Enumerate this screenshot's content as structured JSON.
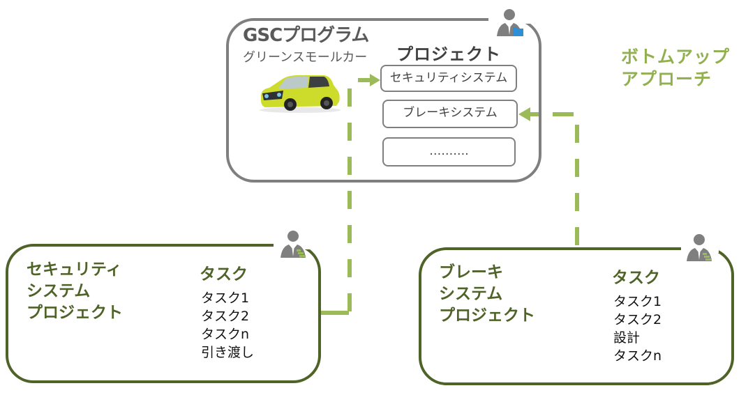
{
  "program": {
    "title": "GSCプログラム",
    "subtitle": "グリーンスモールカー",
    "projects_heading": "プロジェクト",
    "projects": [
      "セキュリティシステム",
      "ブレーキシステム",
      "………."
    ],
    "image": "car-image",
    "owner_icon": "program-manager-icon"
  },
  "approach_label": {
    "line1": "ボトムアップ",
    "line2": "アプローチ"
  },
  "security_project": {
    "name_lines": [
      "セキュリティ",
      "システム",
      "プロジェクト"
    ],
    "tasks_heading": "タスク",
    "tasks": [
      "タスク1",
      "タスク2",
      "タスクn",
      "引き渡し"
    ],
    "owner_icon": "project-manager-icon"
  },
  "brake_project": {
    "name_lines": [
      "ブレーキ",
      "システム",
      "プロジェクト"
    ],
    "tasks_heading": "タスク",
    "tasks": [
      "タスク1",
      "タスク2",
      "設計",
      "タスクn"
    ],
    "owner_icon": "project-manager-icon"
  },
  "colors": {
    "program_border": "#7f7f7f",
    "project_border": "#4f6228",
    "connector": "#9bbb59",
    "approach_text": "#92b050"
  }
}
